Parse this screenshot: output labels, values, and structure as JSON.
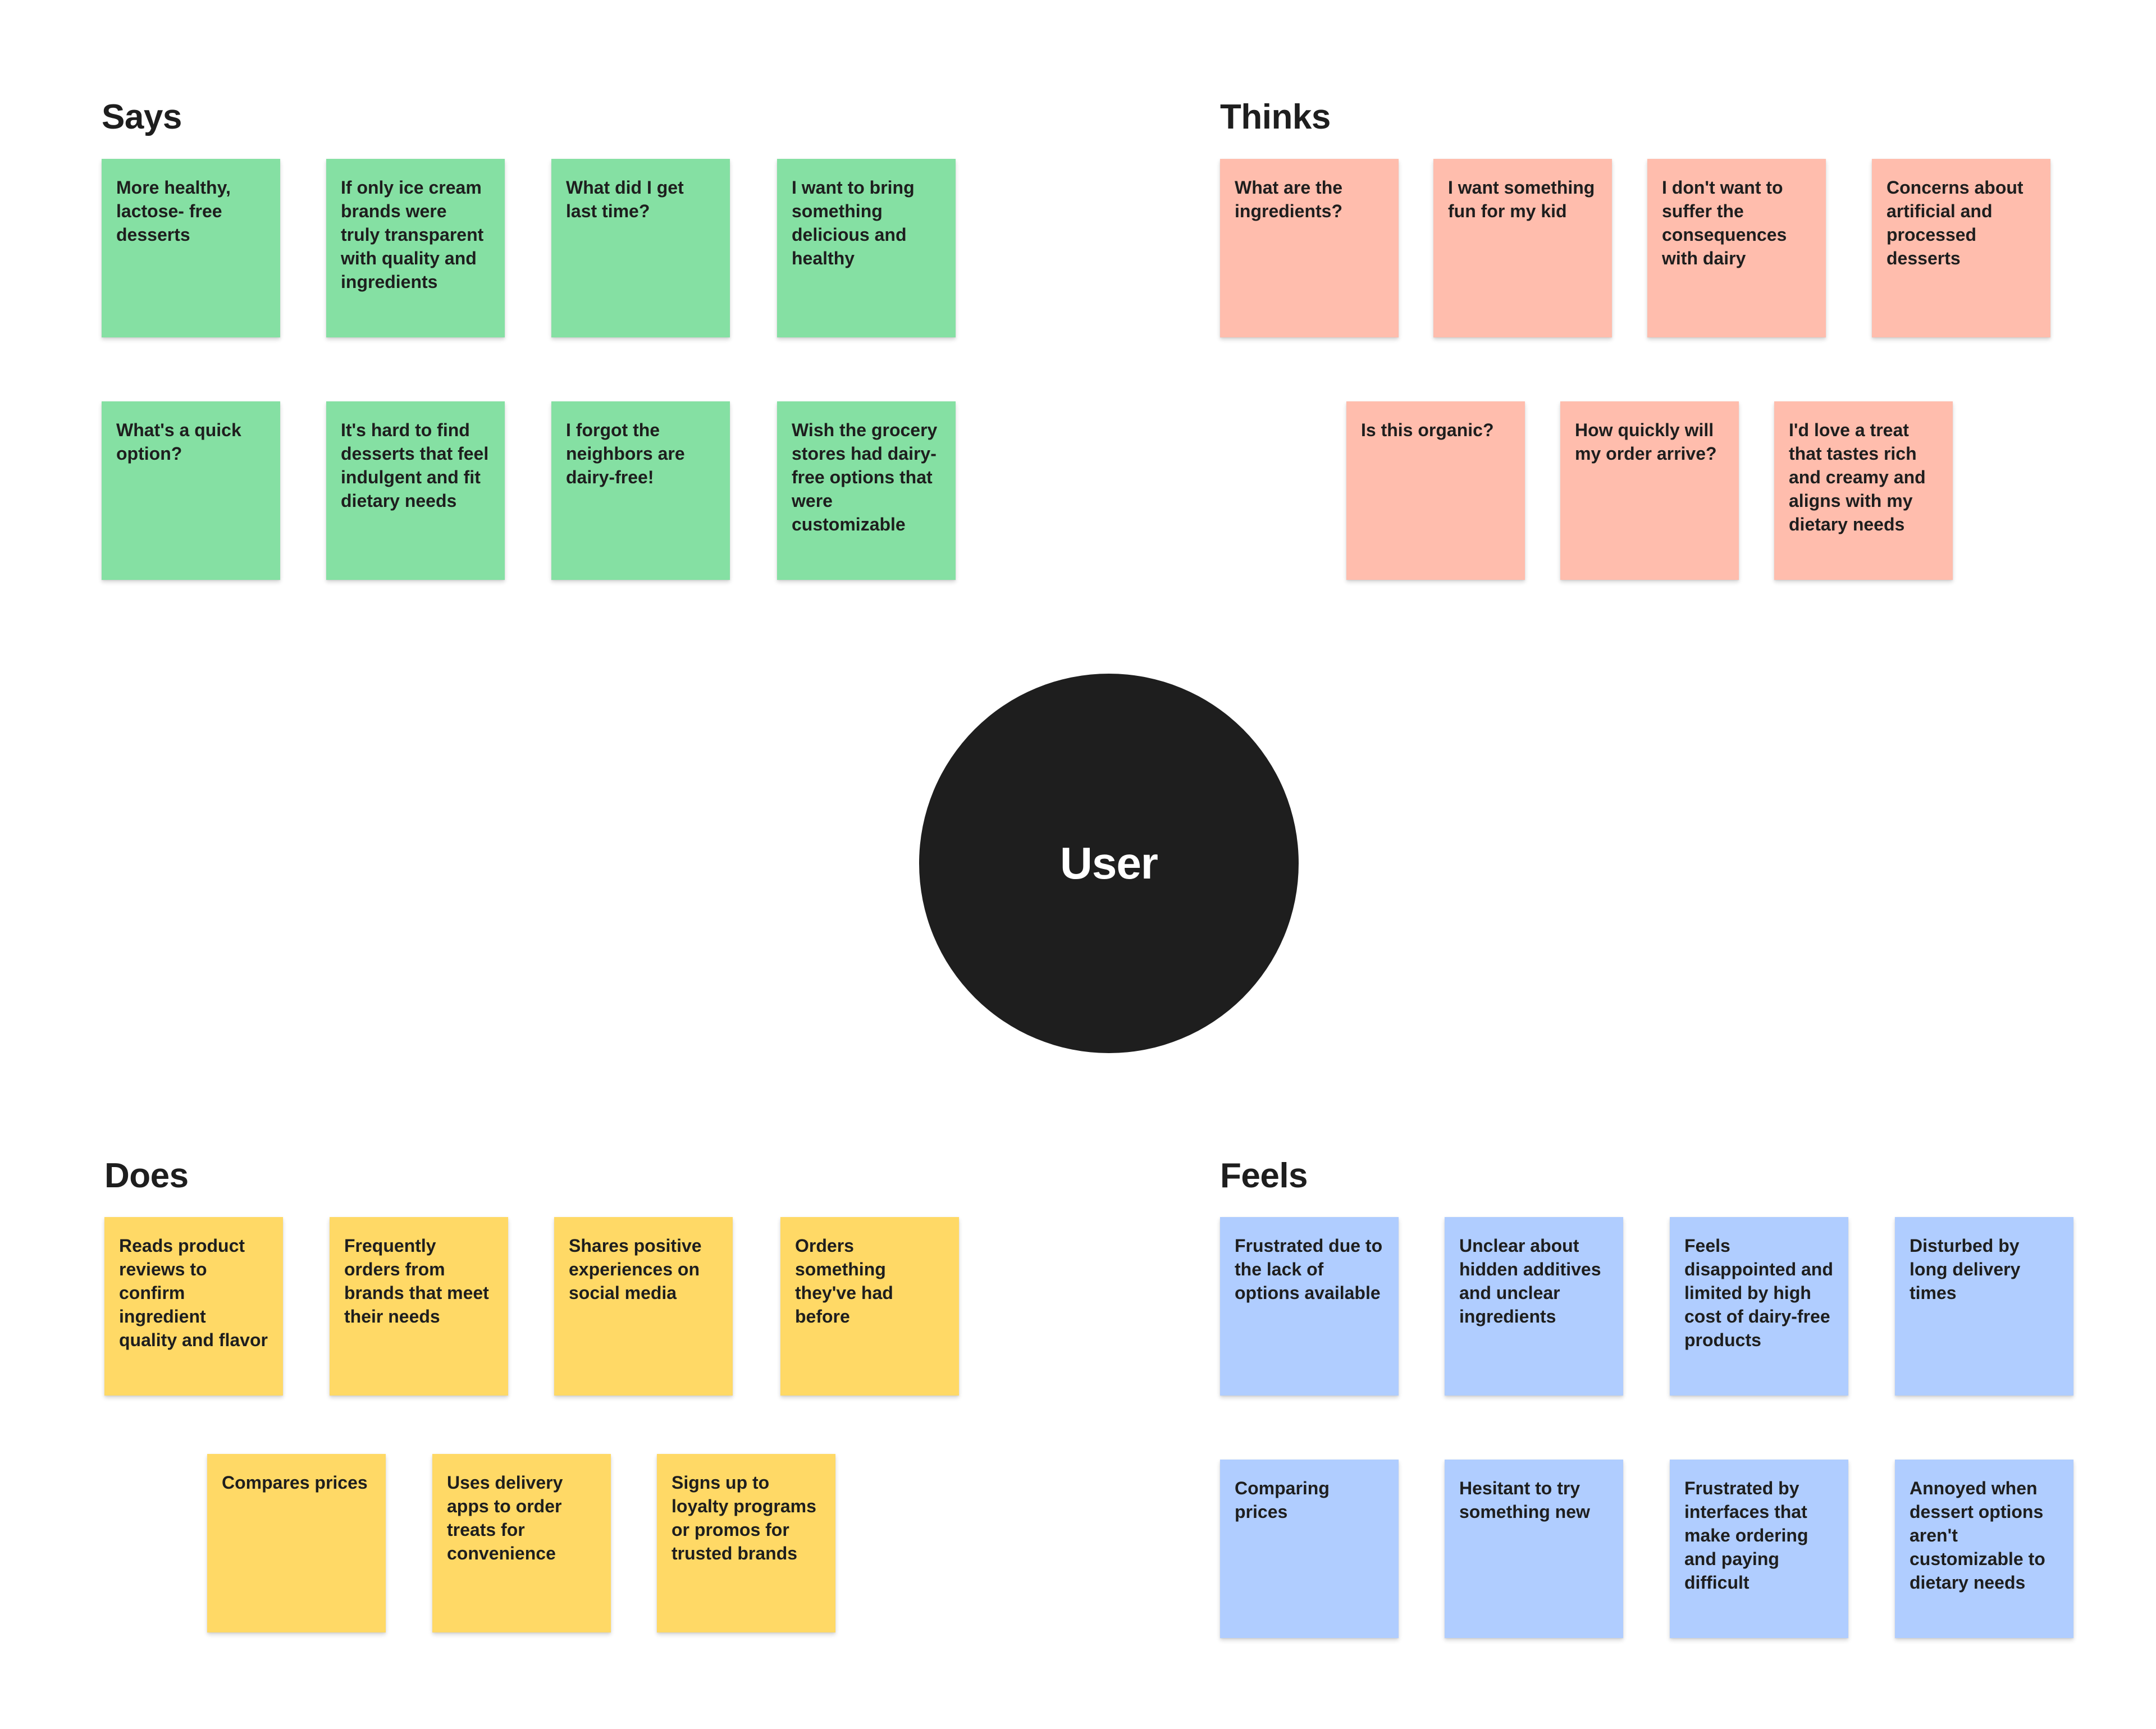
{
  "center": {
    "label": "User",
    "color": "#1e1e1e"
  },
  "colors": {
    "says": "#85e0a3",
    "thinks": "#ffbdad",
    "does": "#ffd966",
    "feels": "#b0cdff"
  },
  "says": {
    "title": "Says",
    "notes": [
      "More healthy, lactose- free desserts",
      "If only ice cream brands were truly transparent with quality and ingredients",
      "What did I get last time?",
      "I want to bring something delicious and healthy",
      "What's a quick option?",
      "It's hard to find desserts that feel indulgent and fit dietary needs",
      "I forgot the neighbors are dairy-free!",
      "Wish the grocery stores had dairy-free options that were customizable"
    ]
  },
  "thinks": {
    "title": "Thinks",
    "notes": [
      "What are the ingredients?",
      "I want something fun for my kid",
      "I don't want to suffer the consequences with dairy",
      "Concerns about artificial and processed desserts",
      "Is this organic?",
      "How quickly will my order arrive?",
      "I'd love a treat that tastes rich and creamy and aligns with my dietary needs"
    ]
  },
  "does": {
    "title": "Does",
    "notes": [
      "Reads product reviews to confirm ingredient quality and flavor",
      "Frequently orders from brands that meet their needs",
      "Shares positive experiences on social media",
      "Orders something they've had before",
      "Compares prices",
      "Uses delivery apps to order treats for convenience",
      "Signs up to loyalty programs or promos for trusted brands"
    ]
  },
  "feels": {
    "title": "Feels",
    "notes": [
      "Frustrated due to the lack of options available",
      "Unclear about hidden additives and unclear ingredients",
      "Feels disappointed and limited by high cost of dairy-free products",
      "Disturbed by long delivery times",
      "Comparing prices",
      "Hesitant to try something new",
      "Frustrated by interfaces that make ordering and paying difficult",
      "Annoyed when dessert options aren't customizable to dietary needs"
    ]
  }
}
